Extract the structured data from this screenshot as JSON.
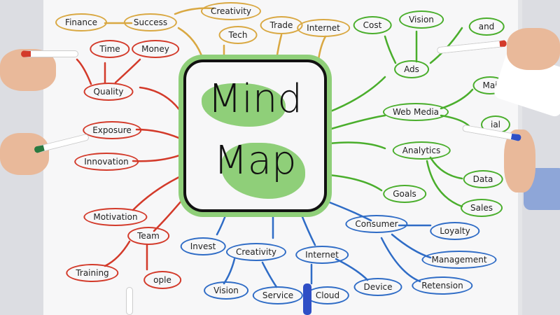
{
  "center": {
    "line1": "Mind",
    "line2": "Map"
  },
  "orange": [
    "Finance",
    "Success",
    "Creativity",
    "Tech",
    "Trade",
    "Internet"
  ],
  "red": [
    "Time",
    "Money",
    "Quality",
    "Exposure",
    "Innovation",
    "Motivation",
    "Team",
    "Training",
    "ople"
  ],
  "green": [
    "Cost",
    "Vision",
    "and",
    "Ads",
    "Mai",
    "Web Media",
    "ial",
    "Analytics",
    "Data",
    "Goals",
    "Sales"
  ],
  "blue": [
    "Invest",
    "Creativity",
    "Internet",
    "Consumer",
    "Loyalty",
    "Management",
    "Retension",
    "Vision",
    "Service",
    "Cloud",
    "Device"
  ],
  "colors": {
    "orange": "#d9a842",
    "red": "#d33a2a",
    "green": "#4aae2c",
    "blue": "#2f6cc6",
    "center": "#8fcf79"
  }
}
